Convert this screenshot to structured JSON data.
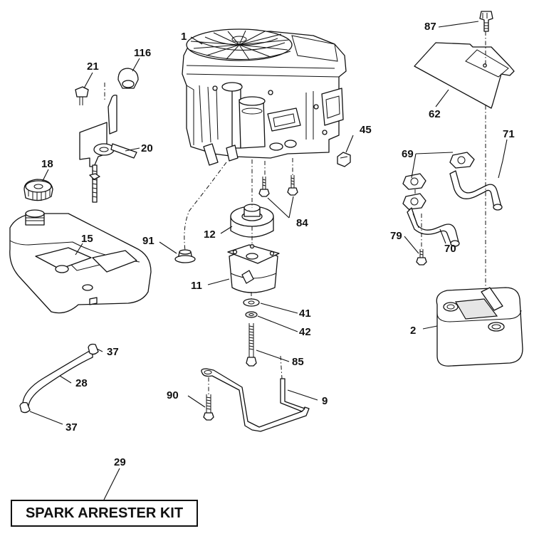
{
  "callouts": {
    "engine": "1",
    "muffler": "2",
    "pulley_assembly": "9",
    "pto_clutch": "11",
    "engine_pulley": "12",
    "fuel_tank": "15",
    "fuel_cap": "18",
    "throttle_control": "20",
    "throttle_screw": "21",
    "fuel_line": "28",
    "spark_arrester_kit": "29",
    "hose_clamp_top": "37",
    "hose_clamp_bottom": "37",
    "washer_41": "41",
    "washer_42": "42",
    "nut_45": "45",
    "heat_shield": "62",
    "gasket": "69",
    "exhaust_pipe_left": "70",
    "exhaust_pipe_right": "71",
    "bolt_79": "79",
    "engine_bolts": "84",
    "clutch_bolt": "85",
    "heat_shield_bolt": "87",
    "bolt_90": "90",
    "bushing": "91",
    "throttle_knob": "116"
  },
  "kit_label": "SPARK ARRESTER KIT"
}
